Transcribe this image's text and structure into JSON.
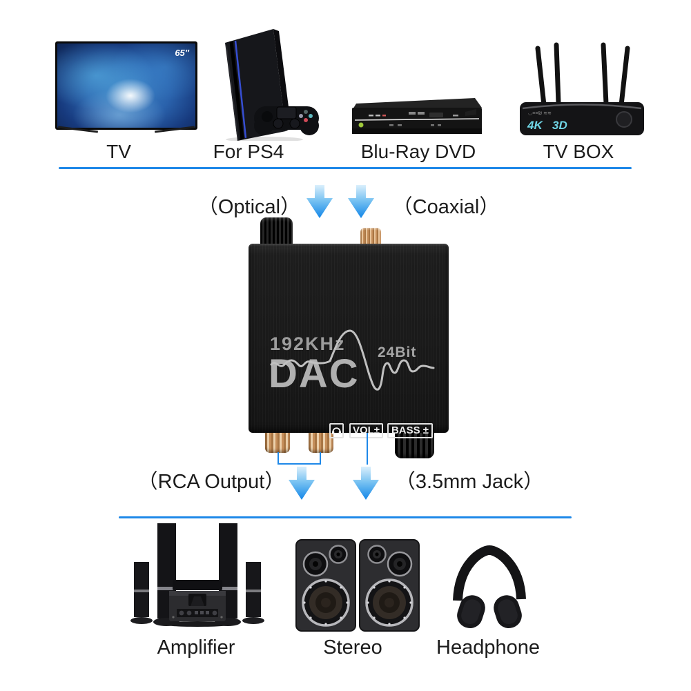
{
  "page": {
    "background": "#ffffff"
  },
  "top_devices": [
    {
      "label": "TV",
      "screen_badge": "65″"
    },
    {
      "label": "For PS4"
    },
    {
      "label": "Blu-Ray DVD"
    },
    {
      "label": "TV BOX",
      "panel_text": [
        "4K",
        "3D"
      ]
    }
  ],
  "input_labels": {
    "optical": "（Optical）",
    "coaxial": "（Coaxial）"
  },
  "dac": {
    "sample_rate": "192KHz",
    "title": "DAC",
    "bit_depth": "24Bit",
    "panel_buttons": [
      {
        "icon": "headphone-icon"
      },
      {
        "label": "VOL±"
      },
      {
        "label": "BASS ±"
      }
    ]
  },
  "output_labels": {
    "rca": "（RCA Output）",
    "jack": "（3.5mm Jack）"
  },
  "bottom_devices": [
    {
      "label": "Amplifier"
    },
    {
      "label": "Stereo"
    },
    {
      "label": "Headphone"
    }
  ],
  "colors": {
    "accent_blue": "#1e88e8",
    "arrow_gradient_top": "#dbeffc",
    "arrow_gradient_bottom": "#1286e8",
    "dac_body": "#1b1b1b",
    "dac_print": "#b0b0b0",
    "copper": "#c8905c",
    "tvbox_panel_text": "#6fd4e4"
  }
}
